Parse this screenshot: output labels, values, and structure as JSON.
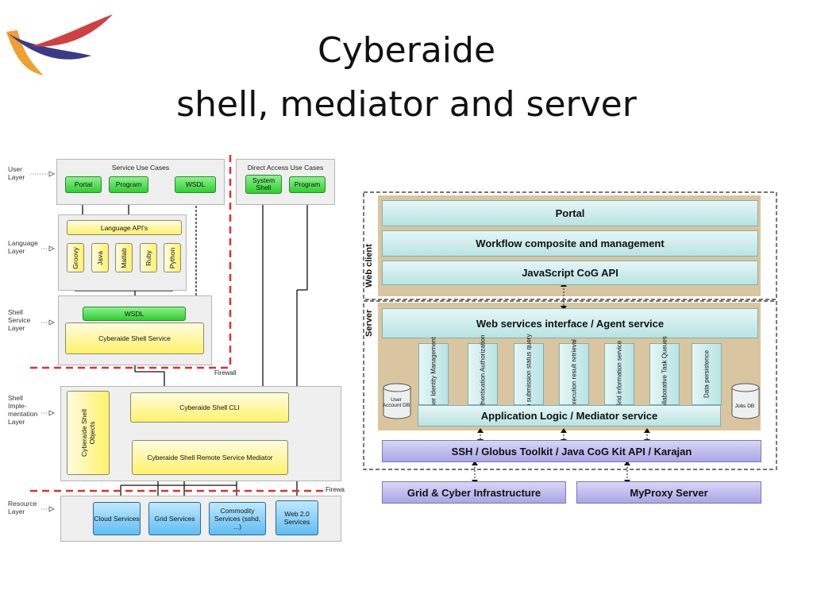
{
  "slide": {
    "title_line_1": "Cyberaide",
    "title_line_2": "shell, mediator and server"
  },
  "left_diagram": {
    "layers": {
      "user": "User Layer",
      "language": "Language Layer",
      "shell_service": "Shell Service Layer",
      "shell_implementation": "Shell Imple- mentation Layer",
      "resource": "Resource Layer"
    },
    "service_use_cases": {
      "title": "Service Use Cases",
      "buttons": [
        "Portal",
        "Program",
        "WSDL"
      ]
    },
    "direct_access_use_cases": {
      "title": "Direct Access Use Cases",
      "buttons": [
        "System Shell",
        "Program"
      ]
    },
    "language_apis": {
      "title": "Language API's",
      "languages": [
        "Groovy",
        "Java",
        "Matlab",
        "Ruby",
        "Python"
      ]
    },
    "shell_service": {
      "wsdl": "WSDL",
      "service": "Cyberaide Shell Service"
    },
    "firewall_labels": [
      "Firewall",
      "Firewa"
    ],
    "shell_objects": "Cyberaide Shell Objects",
    "cli": "Cyberaide Shell CLI",
    "mediator": "Cyberaide Shell Remote Service Mediator",
    "resources": [
      "Cloud Services",
      "Grid Services",
      "Commodity Services (sshd, ...)",
      "Web 2.0 Services"
    ]
  },
  "right_diagram": {
    "web_client_label": "Web client",
    "server_label": "Server",
    "portal": "Portal",
    "workflow": "Workflow composite and management",
    "javascript_api": "JavaScript CoG API",
    "web_services": "Web services interface / Agent service",
    "services": [
      "User Identity Management",
      "Authentication Authorization",
      "Job submission status query",
      "Execution result retrieval",
      "Grid information service",
      "Collaborative Task Queues",
      "Data persistence"
    ],
    "user_db": "User Account DB",
    "jobs_db": "Jobs DB",
    "mediator": "Application Logic / Mediator service",
    "middleware": "SSH / Globus Toolkit / Java CoG Kit API / Karajan",
    "grid_infra": "Grid & Cyber Infrastructure",
    "myproxy": "MyProxy Server"
  },
  "colors": {
    "firewall_line": "#e03030",
    "tan_background": "#d9c6a0",
    "green_button": "#3fd63f",
    "yellow_box": "#fff26a",
    "blue_box": "#6cc2f2",
    "cyan_box": "#c6e9e9",
    "purple_box": "#b4b2ea"
  }
}
